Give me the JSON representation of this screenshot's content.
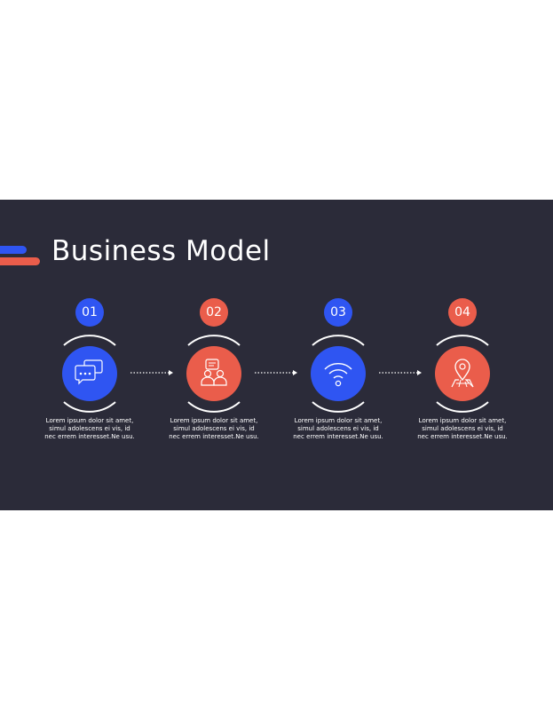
{
  "slide": {
    "title": "Business Model",
    "watermark": "",
    "colors": {
      "background": "#2b2b39",
      "blue": "#2f55f2",
      "red": "#ea5d4b",
      "text": "#ffffff"
    }
  },
  "steps": [
    {
      "number": "01",
      "icon": "chat-bubbles-icon",
      "color": "#2f55f2",
      "lines": [
        "Lorem ipsum dolor sit amet,",
        "simul adolescens ei vis, id",
        "nec errem interesset.Ne usu."
      ]
    },
    {
      "number": "02",
      "icon": "people-conversation-icon",
      "color": "#ea5d4b",
      "lines": [
        "Lorem ipsum dolor sit amet,",
        "simul adolescens ei vis, id",
        "nec errem interesset.Ne usu."
      ]
    },
    {
      "number": "03",
      "icon": "wifi-icon",
      "color": "#2f55f2",
      "lines": [
        "Lorem ipsum dolor sit amet,",
        "simul adolescens ei vis, id",
        "nec errem interesset.Ne usu."
      ]
    },
    {
      "number": "04",
      "icon": "map-pin-icon",
      "color": "#ea5d4b",
      "lines": [
        "Lorem ipsum dolor sit amet,",
        "simul adolescens ei vis, id",
        "nec errem interesset.Ne usu."
      ]
    }
  ]
}
